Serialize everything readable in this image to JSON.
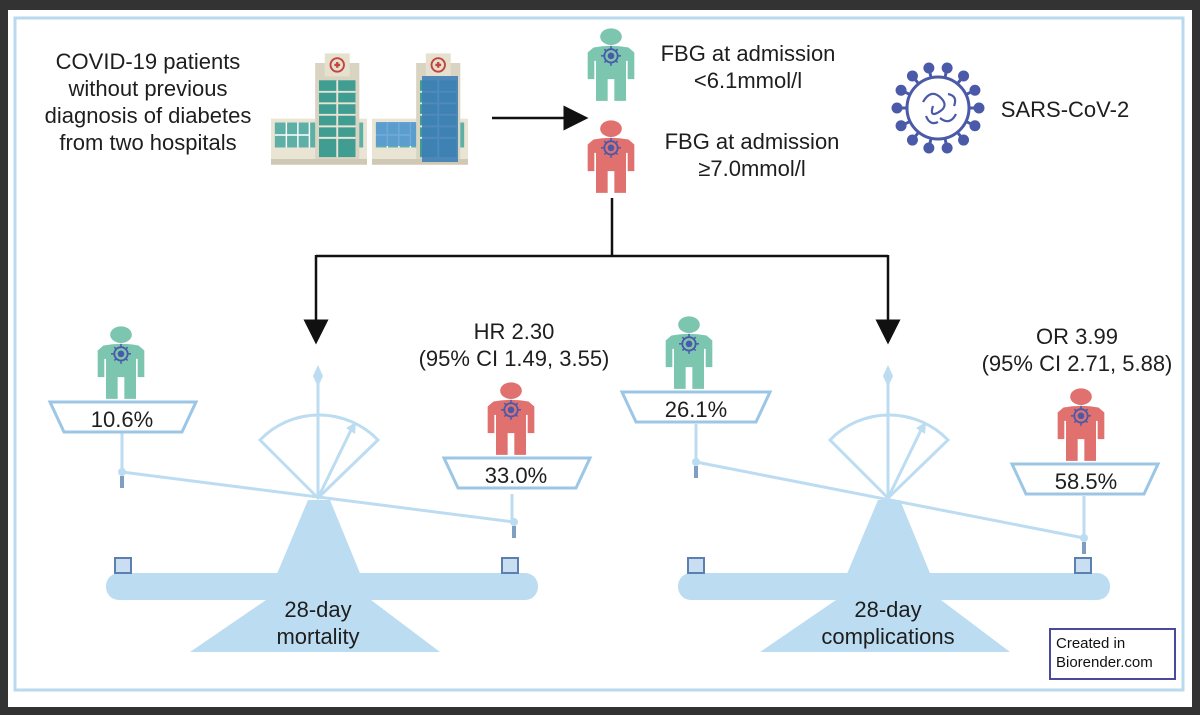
{
  "title_left": "COVID-19 patients\nwithout previous\ndiagnosis of diabetes\nfrom two hospitals",
  "groups": {
    "normal": "FBG at admission\n<6.1mmol/l",
    "high": "FBG at admission\n≥7.0mmol/l"
  },
  "virus_label": "SARS-CoV-2",
  "panels": [
    {
      "outcome": "28-day\nmortality",
      "stat": "HR 2.30\n(95% CI 1.49, 3.55)",
      "left_pct": "10.6%",
      "right_pct": "33.0%"
    },
    {
      "outcome": "28-day\ncomplications",
      "stat": "OR 3.99\n(95% CI 2.71, 5.88)",
      "left_pct": "26.1%",
      "right_pct": "58.5%"
    }
  ],
  "watermark": "Created in\nBiorender.com",
  "colors": {
    "teal": "#7cc6b0",
    "red": "#e0716f",
    "scale": "#bcdcf2",
    "scale_line": "#9cc6e6",
    "virus": "#4a5aa8",
    "border": "#b9d9ef"
  }
}
